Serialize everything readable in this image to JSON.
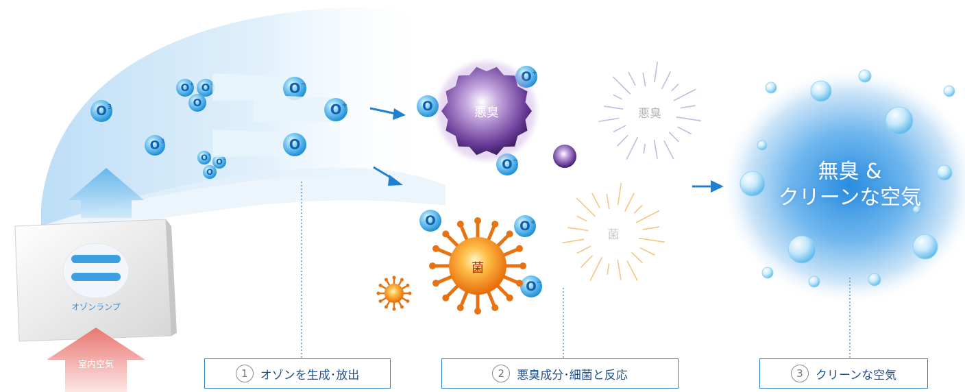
{
  "device": {
    "lamp_label": "オゾンランプ",
    "intake_label": "室内空気"
  },
  "molecules": {
    "o3": "O",
    "o3_sub": "3",
    "o": "O",
    "plus": "+",
    "minus": "−"
  },
  "targets": {
    "odor_label": "悪臭",
    "odor_faded_label": "悪臭",
    "germ_label": "菌",
    "germ_faded_label": "菌"
  },
  "result": {
    "line1": "無臭 &",
    "line2": "クリーンな空気"
  },
  "steps": [
    {
      "num": "1",
      "label": "オゾンを生成･放出"
    },
    {
      "num": "2",
      "label": "悪臭成分･細菌と反応"
    },
    {
      "num": "3",
      "label": "クリーンな空気"
    }
  ],
  "colors": {
    "accent": "#1f7fd1",
    "odor": "#7b4fa8",
    "germ": "#f08c10",
    "bubble": "#5ab8ea",
    "step_border": "#2f7fc1"
  }
}
